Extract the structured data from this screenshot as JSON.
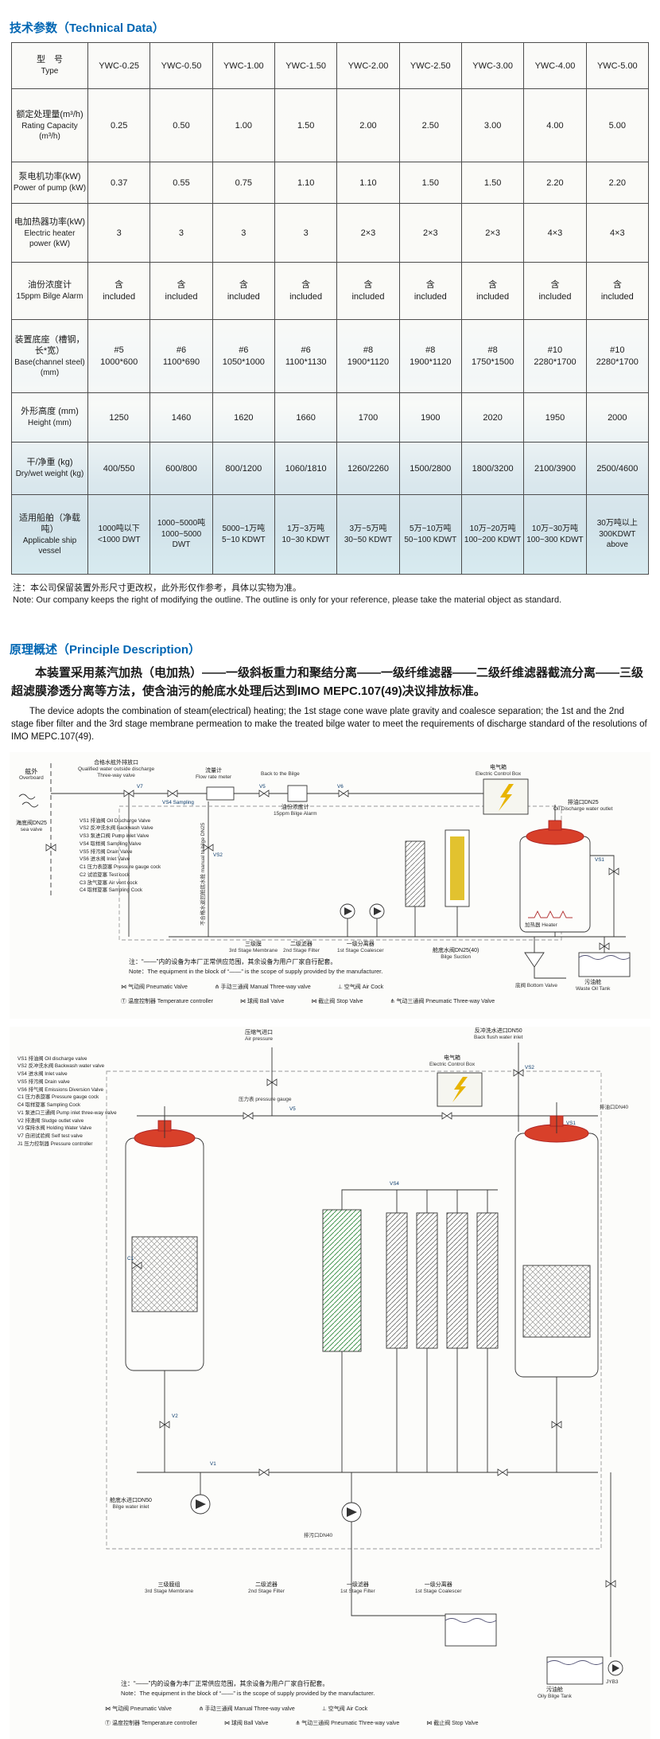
{
  "sections": {
    "tech": "技术参数（Technical Data）",
    "principle": "原理概述（Principle Description）"
  },
  "table": {
    "corner": {
      "cn": "型　号",
      "en": "Type"
    },
    "models": [
      "YWC-0.25",
      "YWC-0.50",
      "YWC-1.00",
      "YWC-1.50",
      "YWC-2.00",
      "YWC-2.50",
      "YWC-3.00",
      "YWC-4.00",
      "YWC-5.00"
    ],
    "rating": {
      "cn": "额定处理量(m³/h)",
      "en": "Rating Capacity (m³/h)",
      "v": [
        "0.25",
        "0.50",
        "1.00",
        "1.50",
        "2.00",
        "2.50",
        "3.00",
        "4.00",
        "5.00"
      ]
    },
    "pump": {
      "cn": "泵电机功率(kW)",
      "en": "Power of pump (kW)",
      "v": [
        "0.37",
        "0.55",
        "0.75",
        "1.10",
        "1.10",
        "1.50",
        "1.50",
        "2.20",
        "2.20"
      ]
    },
    "heater": {
      "cn": "电加热器功率(kW)",
      "en": "Electric heater power (kW)",
      "v": [
        "3",
        "3",
        "3",
        "3",
        "2×3",
        "2×3",
        "2×3",
        "4×3",
        "4×3"
      ]
    },
    "alarm": {
      "cn": "油份浓度计",
      "en": "15ppm Bilge Alarm",
      "val_cn": "含",
      "val_en": "included"
    },
    "base": {
      "cn": "装置底座（槽钢，长*宽）",
      "en": "Base(channel steel) (mm)",
      "v": [
        {
          "a": "#5",
          "b": "1000*600"
        },
        {
          "a": "#6",
          "b": "1100*690"
        },
        {
          "a": "#6",
          "b": "1050*1000"
        },
        {
          "a": "#6",
          "b": "1100*1130"
        },
        {
          "a": "#8",
          "b": "1900*1120"
        },
        {
          "a": "#8",
          "b": "1900*1120"
        },
        {
          "a": "#8",
          "b": "1750*1500"
        },
        {
          "a": "#10",
          "b": "2280*1700"
        },
        {
          "a": "#10",
          "b": "2280*1700"
        }
      ]
    },
    "height": {
      "cn": "外形高度 (mm)",
      "en": "Height (mm)",
      "v": [
        "1250",
        "1460",
        "1620",
        "1660",
        "1700",
        "1900",
        "2020",
        "1950",
        "2000"
      ]
    },
    "weight": {
      "cn": "干/净重 (kg)",
      "en": "Dry/wet weight (kg)",
      "v": [
        "400/550",
        "600/800",
        "800/1200",
        "1060/1810",
        "1260/2260",
        "1500/2800",
        "1800/3200",
        "2100/3900",
        "2500/4600"
      ]
    },
    "ship": {
      "cn": "适用船舶（净载吨）",
      "en": "Applicable ship vessel",
      "v": [
        {
          "a": "1000吨以下",
          "b": "<1000 DWT"
        },
        {
          "a": "1000~5000吨",
          "b": "1000~5000 DWT"
        },
        {
          "a": "5000~1万吨",
          "b": "5~10 KDWT"
        },
        {
          "a": "1万~3万吨",
          "b": "10~30 KDWT"
        },
        {
          "a": "3万~5万吨",
          "b": "30~50 KDWT"
        },
        {
          "a": "5万~10万吨",
          "b": "50~100 KDWT"
        },
        {
          "a": "10万~20万吨",
          "b": "100~200 KDWT"
        },
        {
          "a": "10万~30万吨",
          "b": "100~300 KDWT"
        },
        {
          "a": "30万吨以上",
          "b": "300KDWT above"
        }
      ]
    }
  },
  "table_note": {
    "cn": "注：本公司保留装置外形尺寸更改权，此外形仅作参考，具体以实物为准。",
    "en": "Note: Our company keeps the right of modifying the outline.  The outline is only for your reference, please take the material object as standard."
  },
  "principle": {
    "cn": "本装置采用蒸汽加热（电加热）——一级斜板重力和聚结分离——一级纤维滤器——二级纤维滤器截流分离——三级超滤膜渗透分离等方法，使含油污的舱底水处理后达到IMO MEPC.107(49)决议排放标准。",
    "en": "The device adopts the combination of steam(electrical) heating; the 1st stage cone wave plate gravity and coalesce separation; the 1st and the 2nd stage fiber filter and the 3rd stage membrane permeation to make the treated bilge water to meet the requirements of discharge standard of the resolutions of IMO MEPC.107(49)."
  },
  "d1": {
    "overboard_cn": "舷外",
    "overboard_en": "Overboard",
    "sea_valve_cn": "海底阀DN25",
    "sea_valve_en": "sea valve",
    "qualified_cn": "合格水舷外排放口",
    "qualified_en": "Qualified water outside discharge",
    "three_way": "Three-way valve",
    "flow_cn": "流量计",
    "flow_en": "Flow rate meter",
    "back_bilge": "Back to the Bilge",
    "alarm_cn": "油份浓度计",
    "alarm_en": "15ppm Bilge Alarm",
    "electric_cn": "电气箱",
    "electric_en": "Electric Control Box",
    "return_pipe": "不合格水返回舱底水舱 manual to bilge DN25",
    "oil_outlet_cn": "排油口DN25",
    "oil_outlet_en": "Oil Discharge water outlet",
    "heater": "加热器 Heater",
    "stage3_cn": "三级膜",
    "stage3_en": "3rd Stage Membrane",
    "stage2_cn": "二级滤器",
    "stage2_en": "2nd Stage Filter",
    "stage1_cn": "一级分离器",
    "stage1_en": "1st Stage Coalescer",
    "bilge_suction_cn": "舱底水阀DN25(40)",
    "bilge_suction_en": "Bilge Suction",
    "oily_cn": "污油舱",
    "oily_en": "Waste Oil Tank",
    "bottom_valve": "底阀 Bottom Valve",
    "tags": [
      "V7",
      "VS4 Sampling",
      "V5",
      "V6",
      "VS2",
      "VS1"
    ],
    "valves": [
      "VS1 排油阀 Oil Discharge Valve",
      "VS2 反冲洗水阀 Backwash Valve",
      "VS3 泵进口阀 Pump inlet Valve",
      "VS4 取样阀 Sampling Valve",
      "VS5 排污阀 Drain Valve",
      "VS6 进水阀 Inlet Valve",
      "C1 压力表旋塞 Pressure gauge cock",
      "C2 试验旋塞 Test cock",
      "C3 放气旋塞 Air vent cock",
      "C4 取样旋塞 Sampling Cock"
    ],
    "note_cn": "注：“——”内的设备为本厂正常供应范围，其余设备为用户厂家自行配套。",
    "note_en": "Note：The equipment in the block of “——” is the scope of supply provided by the manufacturer.",
    "legend1": [
      "⋈ 气动阀 Pneumatic Valve",
      "⋔ 手动三通阀 Manual Three-way valve",
      "⊥ 空气阀 Air Cock"
    ],
    "legend2": [
      "Ⓣ 温度控制器 Temperature controller",
      "⋈ 球阀 Ball Valve",
      "⋈ 截止阀 Stop Valve",
      "⋔ 气动三通阀 Pneumatic Three-way Valve"
    ]
  },
  "d2": {
    "air_cn": "压缩气进口",
    "air_en": "Air pressure",
    "backflush_cn": "反冲洗水进口DN50",
    "backflush_en": "Back flush water inlet",
    "electric_cn": "电气箱",
    "electric_en": "Electric Control Box",
    "pressure": "压力表 pressure gauge",
    "oil_outlet": "排油口DN40",
    "bilge_inlet_cn": "舱底水进口DN50",
    "bilge_inlet_en": "Bilge water inlet",
    "drain": "排污口DN40",
    "jyb": "JYB3",
    "oily_cn": "污油舱",
    "oily_en": "Oily Bilge Tank",
    "units": [
      {
        "cn": "三级膜组",
        "en": "3rd Stage Membrane"
      },
      {
        "cn": "二级滤器",
        "en": "2nd Stage Filter"
      },
      {
        "cn": "一级滤器",
        "en": "1st Stage Filter"
      },
      {
        "cn": "一级分离器",
        "en": "1st Stage Coalescer"
      }
    ],
    "tags": [
      "VS2",
      "VS1",
      "V5",
      "VS4",
      "C1",
      "V2",
      "V1"
    ],
    "valves": [
      "VS1 排油阀 Oil discharge valve",
      "VS2 反冲洗水阀 Backwash water valve",
      "VS4 进水阀 Inlet valve",
      "VS5 排污阀 Drain valve",
      "VS6 排气阀 Emissions Diversion Valve",
      "C1 压力表旋塞 Pressure gauge cock",
      "C4 取样旋塞 Sampling Cock",
      "V1 泵进口三通阀 Pump inlet three-way valve",
      "V2 排渣阀 Sludge outlet valve",
      "V3 保持水阀 Holding Water Valve",
      "V7 自闭试验阀 Self test valve",
      "J1 压力控制器 Pressure controller"
    ],
    "note_cn": "注：“——”内的设备为本厂正常供应范围，其余设备为用户厂家自行配套。",
    "note_en": "Note：The equipment in the block of “——” is the scope of supply provided by the manufacturer.",
    "legend1": [
      "⋈ 气动阀 Pneumatic Valve",
      "⋔ 手动三通阀 Manual Three-way valve",
      "⊥ 空气阀 Air Cock"
    ],
    "legend2": [
      "Ⓣ 温度控制器 Temperature controller",
      "⋈ 球阀 Ball Valve",
      "⋔ 气动三通阀 Pneumatic Three-way valve",
      "⋈ 截止阀 Stop Valve"
    ]
  }
}
